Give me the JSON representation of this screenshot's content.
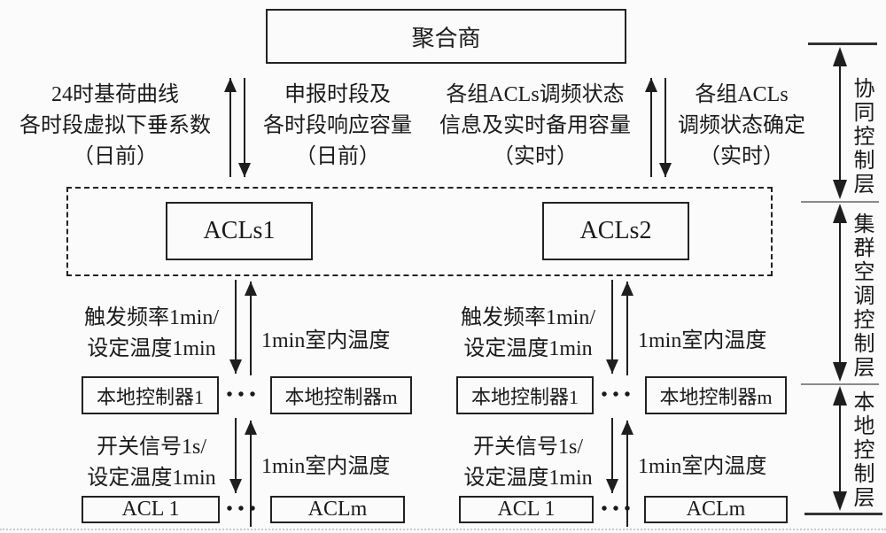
{
  "aggregator_label": "聚合商",
  "top_flows": [
    {
      "lines": [
        "24时基荷曲线",
        "各时段虚拟下垂系数",
        "（日前）"
      ]
    },
    {
      "lines": [
        "申报时段及",
        "各时段响应容量",
        "（日前）"
      ]
    },
    {
      "lines": [
        "各组ACLs调频状态",
        "信息及实时备用容量",
        "（实时）"
      ]
    },
    {
      "lines": [
        "各组ACLs",
        "调频状态确定",
        "（实时）"
      ]
    }
  ],
  "cluster_boxes": [
    {
      "label": "ACLs1"
    },
    {
      "label": "ACLs2"
    }
  ],
  "mid_flow": {
    "down_lines": [
      "触发频率1min/",
      "设定温度1min"
    ],
    "up_label": "1min室内温度"
  },
  "controllers": {
    "first": "本地控制器1",
    "dots": "•••",
    "last": "本地控制器m"
  },
  "low_flow": {
    "down_lines": [
      "开关信号1s/",
      "设定温度1min"
    ],
    "up_label": "1min室内温度"
  },
  "acl_units": {
    "first": "ACL 1",
    "dots": "•••",
    "last": "ACLm"
  },
  "layers": [
    {
      "label": "协同控制层"
    },
    {
      "label": "集群空调控制层"
    },
    {
      "label": "本地控制层"
    }
  ],
  "colors": {
    "ink": "#1a1a1a",
    "background": "#fbfbfb"
  }
}
